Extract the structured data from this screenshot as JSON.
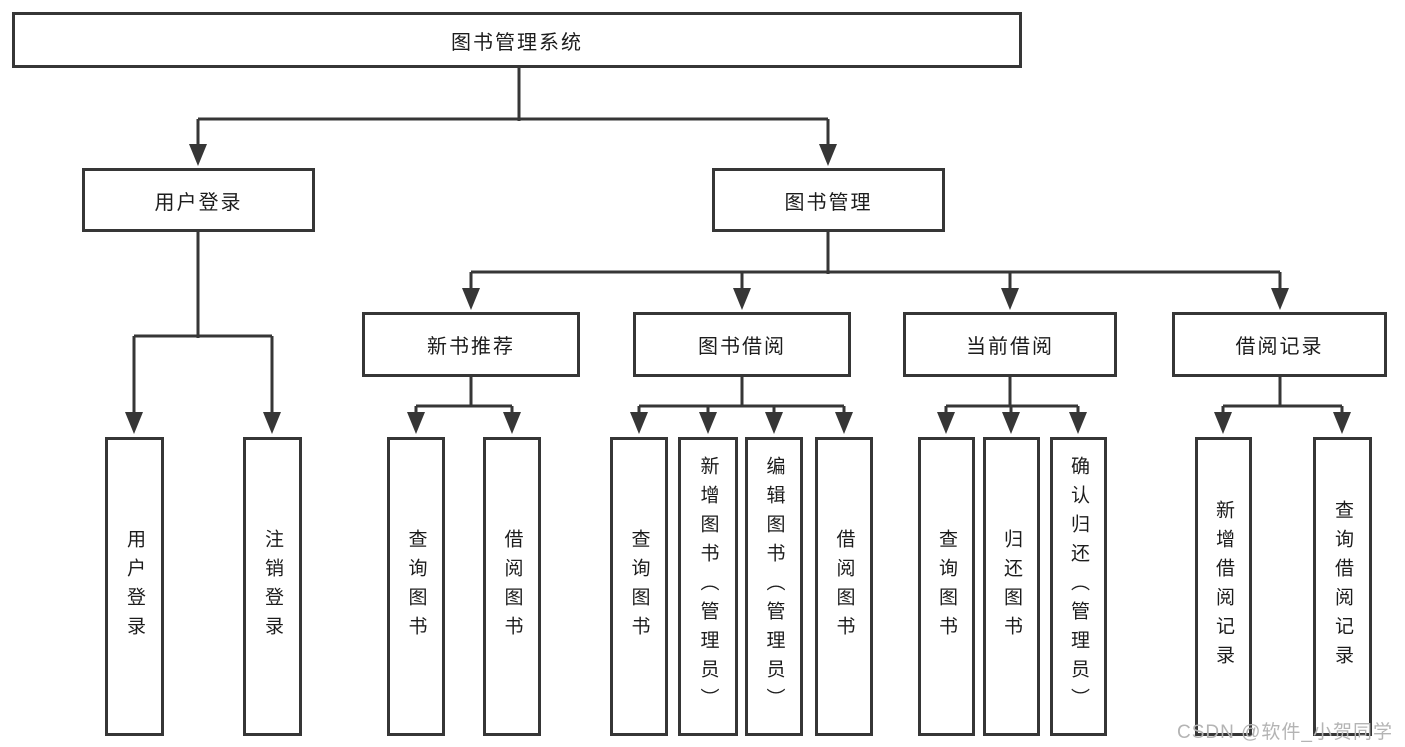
{
  "tree": {
    "label": "图书管理系统",
    "children": [
      {
        "label": "用户登录",
        "children": [
          {
            "label": "用户登录"
          },
          {
            "label": "注销登录"
          }
        ]
      },
      {
        "label": "图书管理",
        "children": [
          {
            "label": "新书推荐",
            "children": [
              {
                "label": "查询图书"
              },
              {
                "label": "借阅图书"
              }
            ]
          },
          {
            "label": "图书借阅",
            "children": [
              {
                "label": "查询图书"
              },
              {
                "label": "新增图书（管理员）"
              },
              {
                "label": "编辑图书（管理员）"
              },
              {
                "label": "借阅图书"
              }
            ]
          },
          {
            "label": "当前借阅",
            "children": [
              {
                "label": "查询图书"
              },
              {
                "label": "归还图书"
              },
              {
                "label": "确认归还（管理员）"
              }
            ]
          },
          {
            "label": "借阅记录",
            "children": [
              {
                "label": "新增借阅记录"
              },
              {
                "label": "查询借阅记录"
              }
            ]
          }
        ]
      }
    ]
  },
  "watermark": "CSDN @软件_小贺同学",
  "colors": {
    "line": "#363636",
    "text": "#1c1c1c",
    "watermark": "#b4b4b4",
    "background": "#ffffff"
  }
}
